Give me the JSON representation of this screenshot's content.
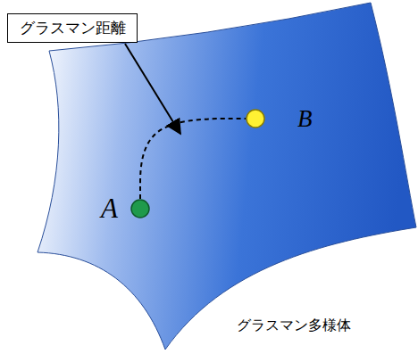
{
  "diagram": {
    "nodes": [
      {
        "text": [
          "グラスマン距離"
        ]
      },
      {
        "text": [
          "A"
        ]
      },
      {
        "text": [
          "B"
        ]
      }
    ],
    "edges": [
      {
        "from": 1,
        "to": 2,
        "arrow": "none"
      }
    ],
    "labels": [
      "グラスマン多様体"
    ]
  }
}
